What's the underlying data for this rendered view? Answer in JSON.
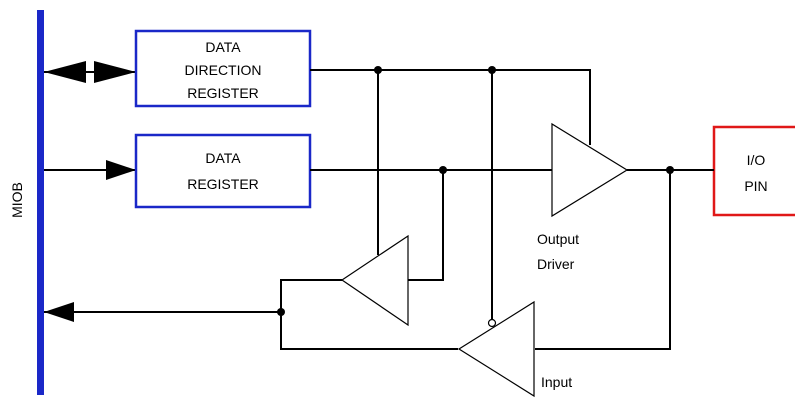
{
  "bus": {
    "label": "MIOB",
    "color": "#1a28c8"
  },
  "blocks": {
    "ddr": {
      "lines": [
        "DATA",
        "DIRECTION",
        "REGISTER"
      ],
      "color": "#1a28c8"
    },
    "dr": {
      "lines": [
        "DATA",
        "REGISTER"
      ],
      "color": "#1a28c8"
    },
    "pin": {
      "lines": [
        "I/O",
        "PIN"
      ],
      "color": "#e01818"
    }
  },
  "labels": {
    "output_driver": [
      "Output",
      "Driver"
    ],
    "input": "Input"
  }
}
